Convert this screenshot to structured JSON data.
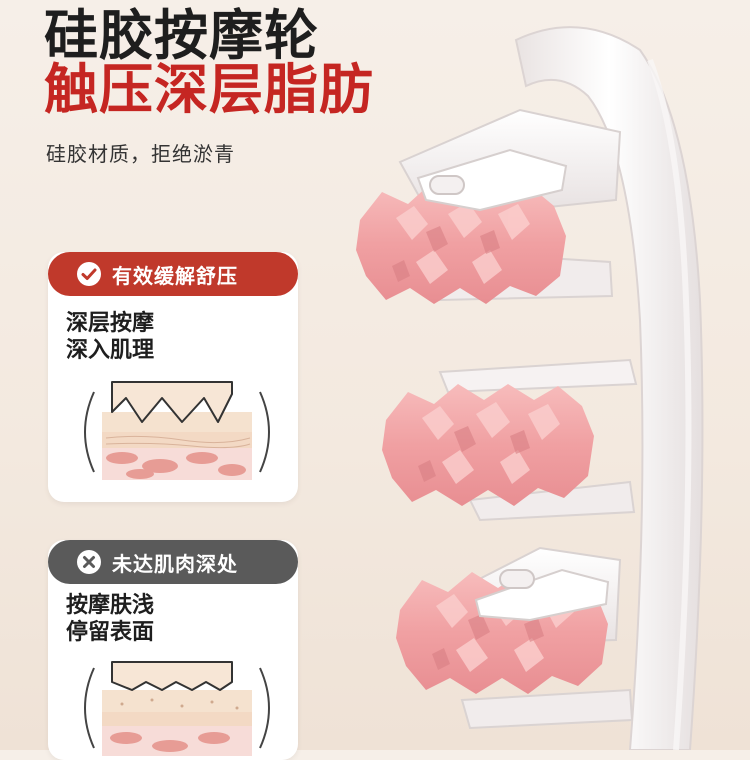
{
  "headline": {
    "line1": "硅胶按摩轮",
    "line2": "触压深层脂肪",
    "subtitle": "硅胶材质，拒绝淤青"
  },
  "cards": {
    "good": {
      "badge_icon": "check-circle-icon",
      "badge_label": "有效缓解舒压",
      "line1": "深层按摩",
      "line2": "深入肌理",
      "accent": "#c0392b"
    },
    "bad": {
      "badge_icon": "x-circle-icon",
      "badge_label": "未达肌肉深处",
      "line1": "按摩肤浅",
      "line2": "停留表面",
      "accent": "#5a5a5a"
    }
  },
  "colors": {
    "headline_dark": "#1e1e1e",
    "headline_red": "#c52622",
    "roller_pink": "#f2a3a4",
    "handle_white": "#ffffff"
  }
}
